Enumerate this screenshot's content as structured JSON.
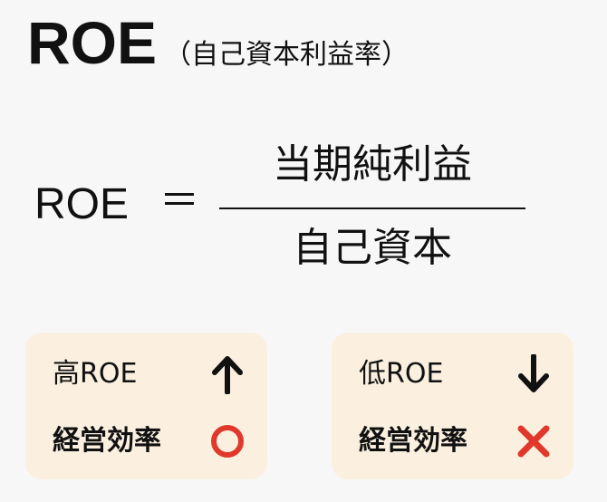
{
  "header": {
    "title": "ROE",
    "subtitle": "（自己資本利益率）"
  },
  "formula": {
    "lhs": "ROE",
    "equals": "＝",
    "numerator": "当期純利益",
    "denominator": "自己資本"
  },
  "cards": [
    {
      "roe_label": "高ROE",
      "trend_icon": "arrow-up-icon",
      "efficiency_label": "経営効率",
      "mark_icon": "circle-mark-icon",
      "mark_color": "#e0392b"
    },
    {
      "roe_label": "低ROE",
      "trend_icon": "arrow-down-icon",
      "efficiency_label": "経営効率",
      "mark_icon": "cross-mark-icon",
      "mark_color": "#e0392b"
    }
  ],
  "colors": {
    "background": "#f7f7f7",
    "card_background": "#fbf0e0",
    "text": "#111111",
    "accent_red": "#e0392b"
  }
}
